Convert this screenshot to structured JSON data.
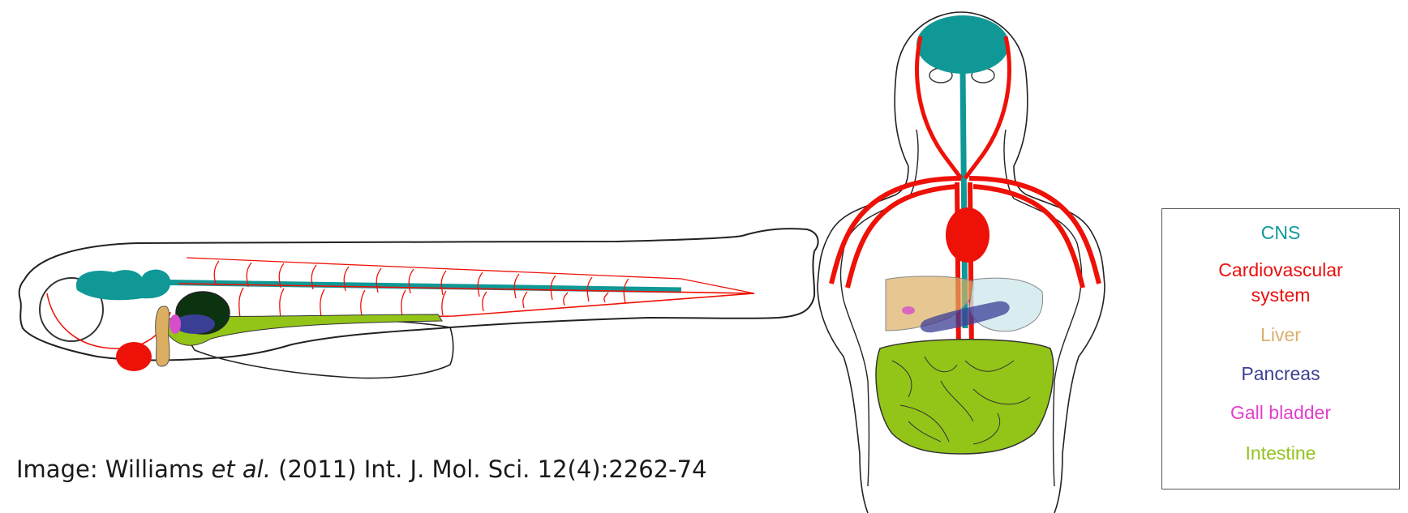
{
  "caption": {
    "prefix": "Image: Williams ",
    "italic": "et al.",
    "suffix": " (2011) Int. J. Mol. Sci. 12(4):2262-74"
  },
  "legend": {
    "items": [
      {
        "label": "CNS",
        "color": "#109a98"
      },
      {
        "label": "Cardiovascular\nsystem",
        "color": "#e8110e"
      },
      {
        "label": "Liver",
        "color": "#dab16a"
      },
      {
        "label": "Pancreas",
        "color": "#3d3f93"
      },
      {
        "label": "Gall bladder",
        "color": "#e23fcd"
      },
      {
        "label": "Intestine",
        "color": "#92c31c"
      }
    ]
  },
  "colors": {
    "cns": "#0f9896",
    "cardiovascular": "#ee1108",
    "liver": "#dcae62",
    "pancreas": "#3b3e95",
    "gall_bladder": "#d64fc9",
    "intestine": "#93c418",
    "yolk_dark": "#0c3310",
    "outline": "#222222"
  }
}
